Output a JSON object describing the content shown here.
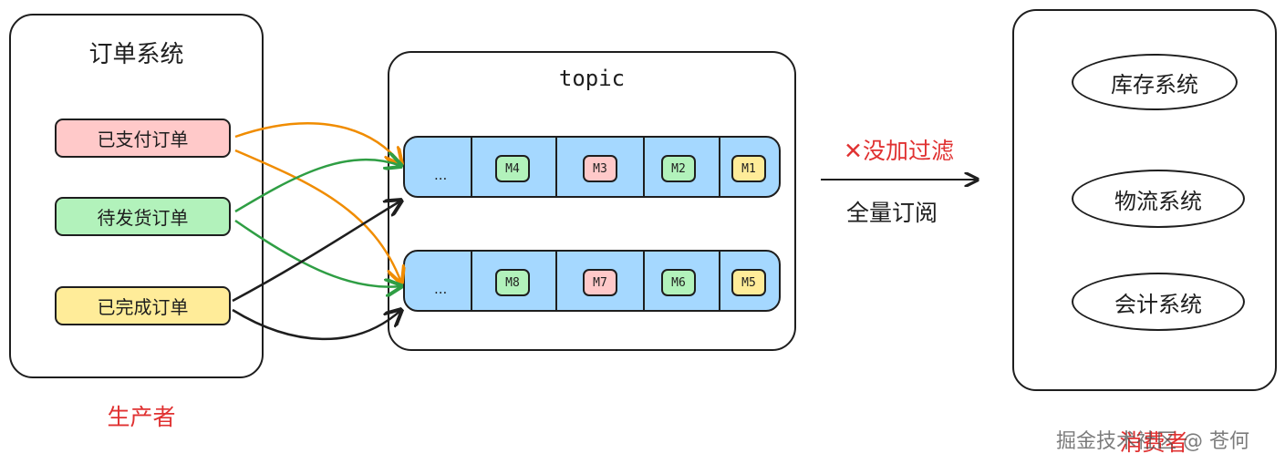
{
  "colors": {
    "paid": "#ffc9c9",
    "pending": "#b2f2bb",
    "done": "#ffec99",
    "queue": "#a5d8ff",
    "arrow_orange": "#f08c00",
    "arrow_green": "#2f9e44",
    "arrow_black": "#1e1e1e",
    "red_text": "#e03131"
  },
  "producer": {
    "title": "订单系统",
    "orders": [
      "已支付订单",
      "待发货订单",
      "已完成订单"
    ],
    "caption": "生产者"
  },
  "topic": {
    "title": "topic",
    "queue1": {
      "ellipsis": "...",
      "messages": [
        "M4",
        "M3",
        "M2",
        "M1"
      ]
    },
    "queue2": {
      "ellipsis": "...",
      "messages": [
        "M8",
        "M7",
        "M6",
        "M5"
      ]
    }
  },
  "flow": {
    "no_filter_mark": "✕",
    "no_filter_label": "没加过滤",
    "subscribe_label": "全量订阅"
  },
  "consumer": {
    "systems": [
      "库存系统",
      "物流系统",
      "会计系统"
    ],
    "caption": "消费者"
  },
  "watermark": "掘金技术社区 @ 苍何"
}
